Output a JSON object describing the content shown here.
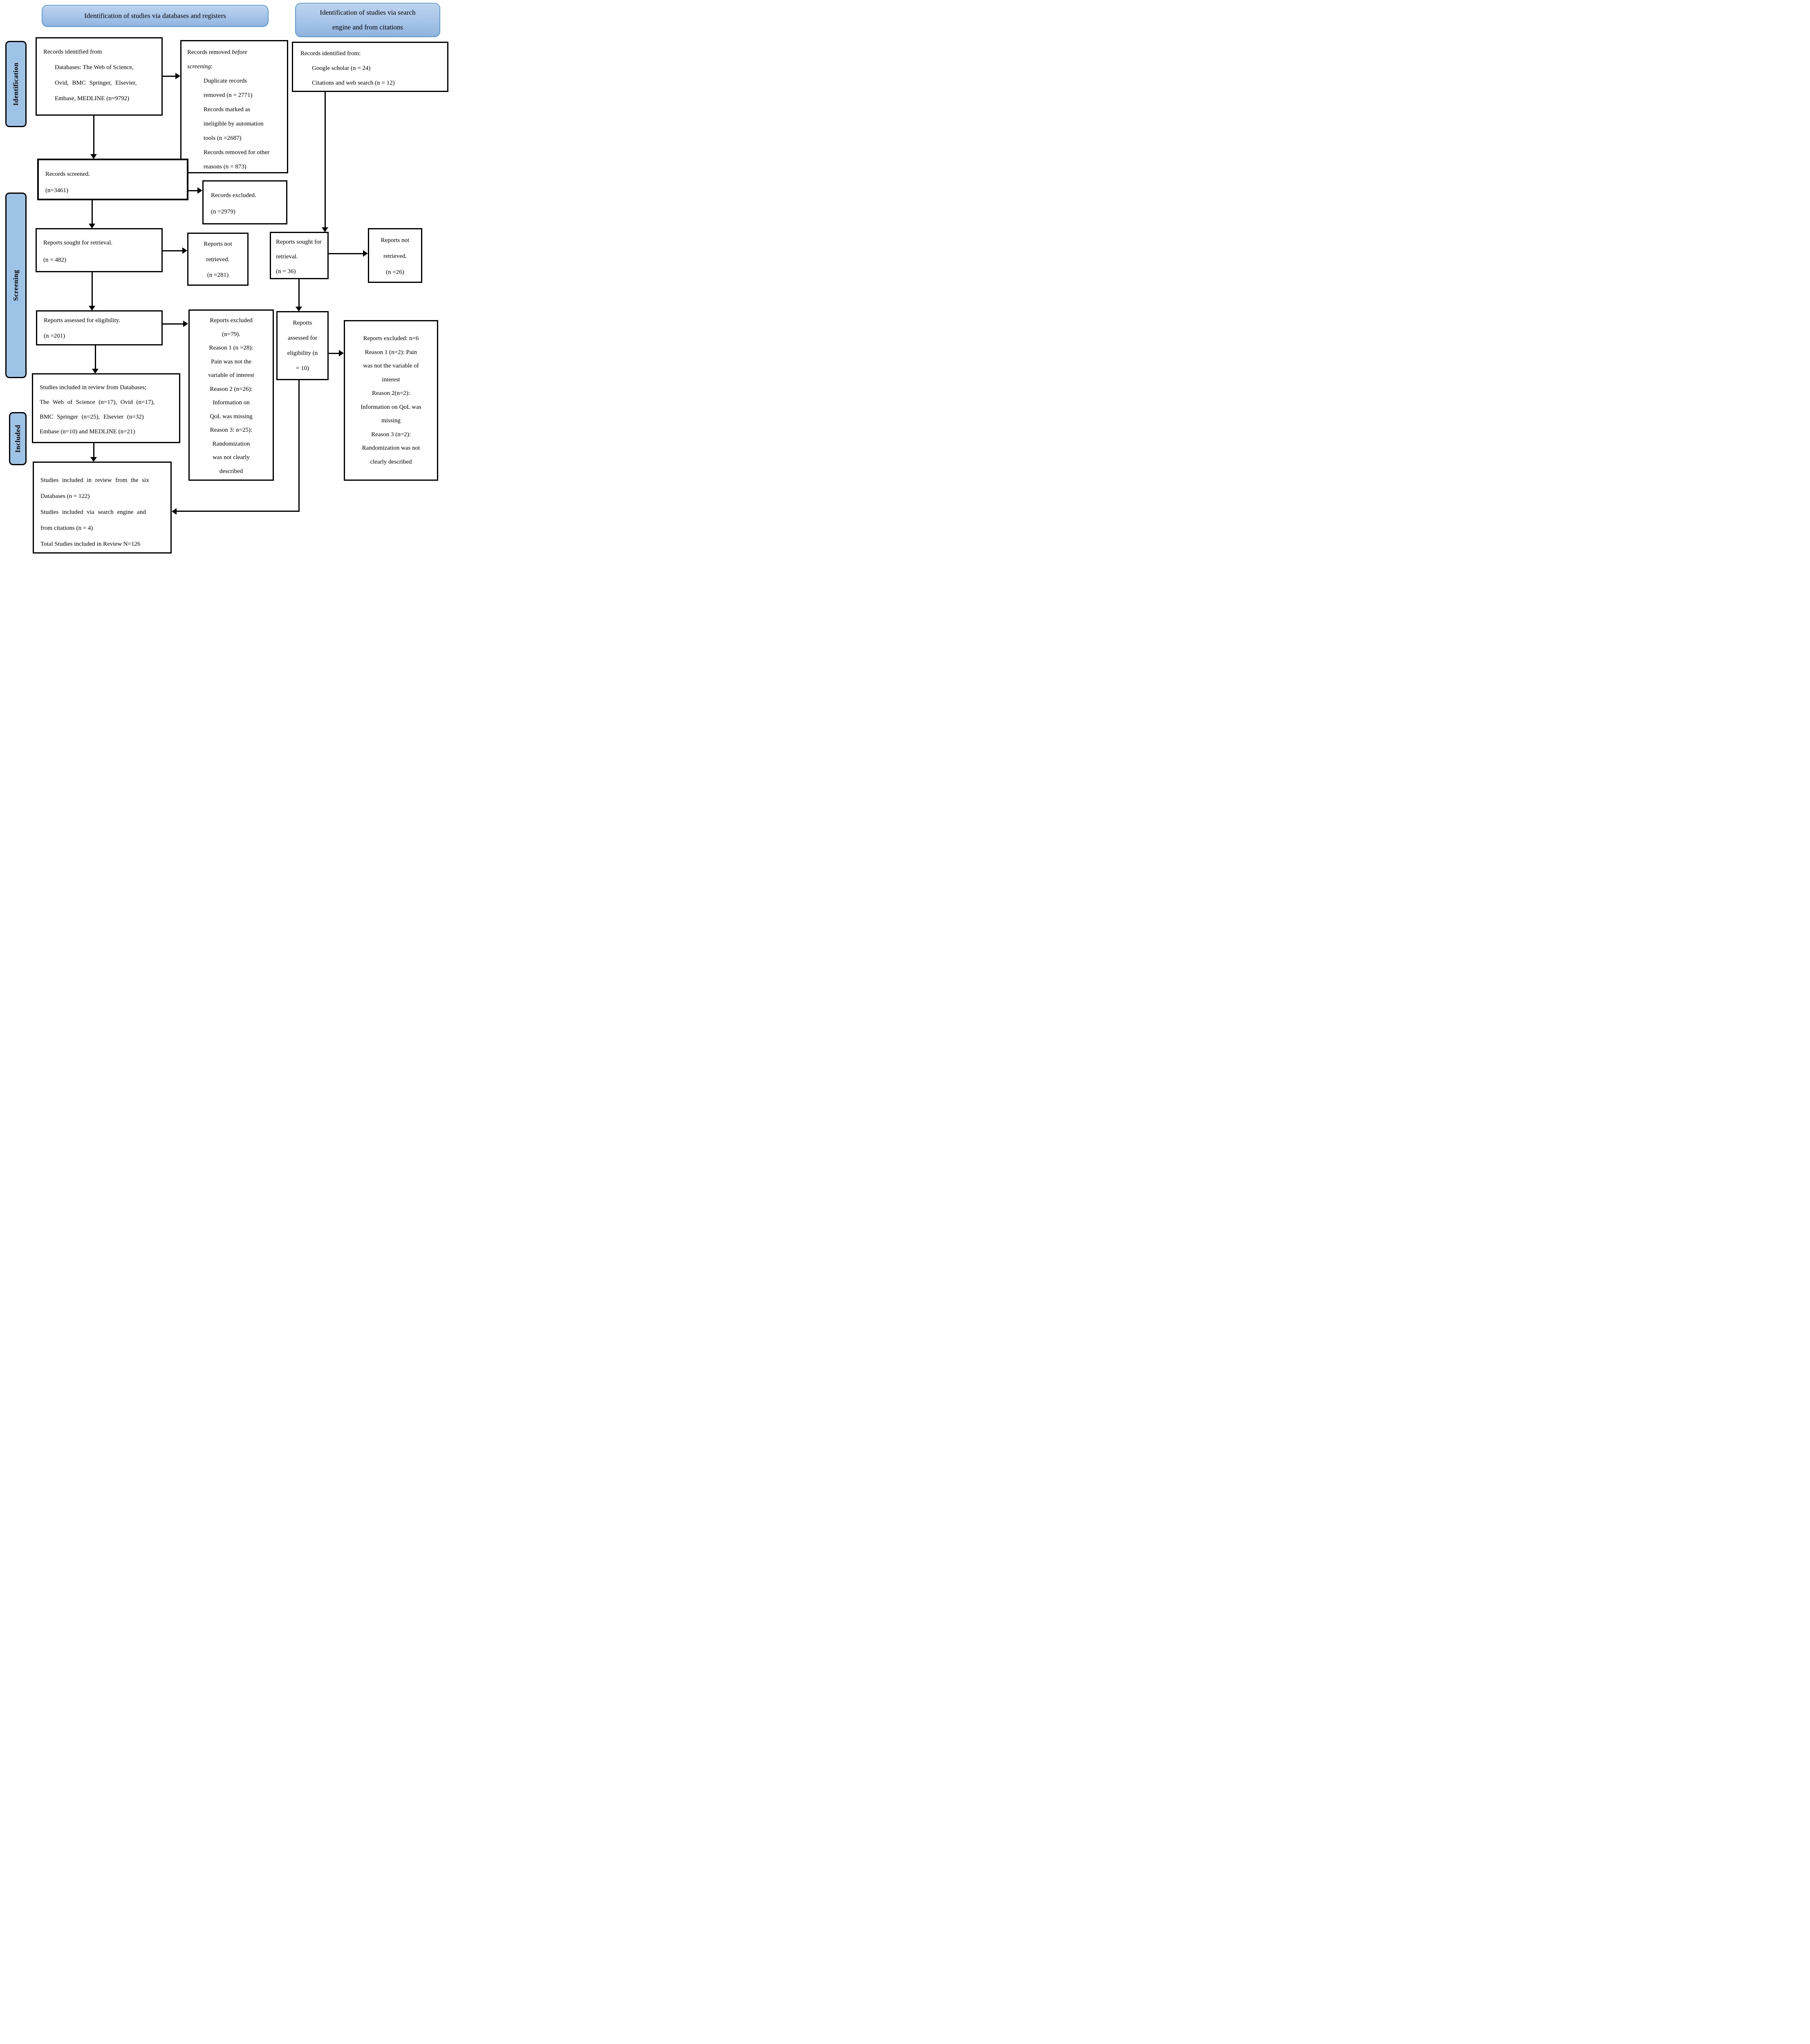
{
  "headers": {
    "databases": "Identification of studies via databases and registers",
    "search_line1": "Identification of studies via search",
    "search_line2": "engine and from citations"
  },
  "sidebar": {
    "identification": "Identification",
    "screening": "Screening",
    "included": "Included"
  },
  "boxes": {
    "records_db": {
      "l1": "Records identified from",
      "l2": "Databases: The Web of Science,",
      "l3": "Ovid, BMC Springer, Elsevier,",
      "l4": "Embase, MEDLINE (n=9792)"
    },
    "records_removed": {
      "l1a": "Records removed ",
      "l1b": "before",
      "l2a": "screening",
      "l2b": ":",
      "l3": "Duplicate records",
      "l4": "removed (n = 2771)",
      "l5": "Records marked as",
      "l6": "ineligible by automation",
      "l7": "tools (n =2687)",
      "l8": "Records removed for other",
      "l9": "reasons (n = 873)"
    },
    "records_screened": {
      "l1": "Records screened.",
      "l2": "(n=3461)"
    },
    "records_excluded": {
      "l1": "Records excluded.",
      "l2": "(n =2979)"
    },
    "reports_sought_db": {
      "l1": "Reports sought for retrieval.",
      "l2": "(n = 482)"
    },
    "reports_not_retrieved_db": {
      "l1": "Reports not",
      "l2": "retrieved.",
      "l3": "(n =281)"
    },
    "reports_assessed_db": {
      "l1": "Reports assessed for eligibility.",
      "l2": "(n =201)"
    },
    "reports_excluded_db": {
      "l1": "Reports excluded",
      "l2": "(n=79).",
      "l3": "Reason 1 (n =28):",
      "l4": "Pain was not the",
      "l5": "variable of interest",
      "l6": "Reason 2 (n=26):",
      "l7": "Information on",
      "l8": "QoL was missing",
      "l9": "Reason 3: n=25):",
      "l10": "Randomization",
      "l11": "was not clearly",
      "l12": "described"
    },
    "studies_included_db": {
      "l1": "Studies included in review from Databases;",
      "l2": "The Web of Science (n=17), Ovid (n=17),",
      "l3": "BMC Springer (n=25), Elsevier (n=32)",
      "l4": "Embase (n=10) and MEDLINE (n=21)"
    },
    "total_included": {
      "l1": "Studies included in review from the six",
      "l2": "Databases (n = 122)",
      "l3": "Studies included via search engine and",
      "l4": "from citations (n = 4)",
      "l5": "Total Studies included in Review N=126"
    },
    "records_search": {
      "l1": "Records identified from:",
      "l2": "Google scholar (n = 24)",
      "l3": "Citations and web search (n = 12)"
    },
    "reports_sought_se": {
      "l1": "Reports sought for",
      "l2": "retrieval.",
      "l3": "(n = 36)"
    },
    "reports_not_retrieved_se": {
      "l1": "Reports not",
      "l2": "retrieved.",
      "l3": "(n =26)"
    },
    "reports_assessed_se": {
      "l1": "Reports",
      "l2": "assessed for",
      "l3": "eligibility (n",
      "l4": "= 10)"
    },
    "reports_excluded_se": {
      "l1": "Reports excluded: n=6",
      "l2": "Reason 1 (n=2): Pain",
      "l3": "was not the variable of",
      "l4": "interest",
      "l5": "Reason 2(n=2):",
      "l6": "Information on QoL was",
      "l7": "missing",
      "l8": "Reason 3 (n=2):",
      "l9": "Randomization was not",
      "l10": "clearly described"
    }
  },
  "colors": {
    "header_fill_top": "#bdd3ee",
    "header_fill_bottom": "#8fb3de",
    "header_border": "#5b9bd5",
    "sidebar_fill": "#9dc3e6",
    "box_border": "#000000"
  }
}
